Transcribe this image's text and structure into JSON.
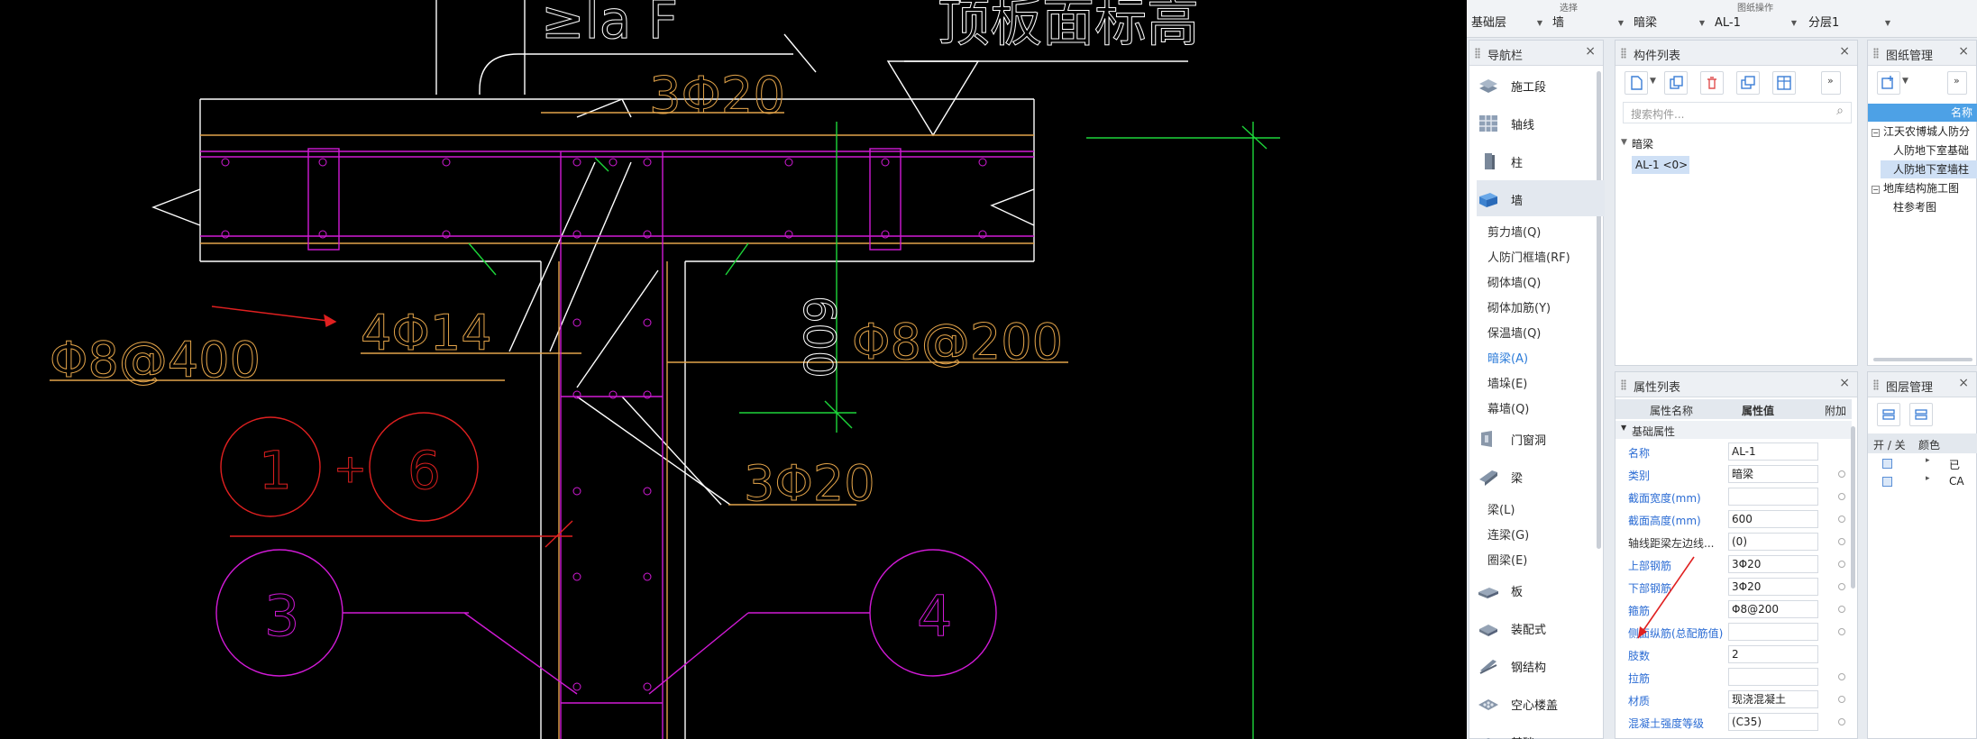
{
  "cad": {
    "texts": {
      "la": "≥la F",
      "title": "顶板面标高",
      "top3phi20": "3Φ20",
      "phi8_400": "Φ8@400",
      "four_phi14": "4Φ14",
      "six00": "600",
      "phi8_200": "Φ8@200",
      "bottom3phi20": "3Φ20",
      "c1": "1",
      "plus": "+",
      "c6": "6",
      "c3": "3",
      "c4": "4"
    },
    "colors": {
      "orange": "#e3a44a",
      "magenta": "#d11ad6",
      "white": "#ffffff",
      "green": "#1dd63a",
      "red": "#e02020"
    }
  },
  "topbar": {
    "hint1": "选择",
    "hint2": "图纸操作",
    "floor": "基础层",
    "type": "墙",
    "sub": "暗梁",
    "name": "AL-1",
    "layer": "分层1"
  },
  "nav": {
    "title": "导航栏",
    "items": [
      "施工段",
      "轴线",
      "柱",
      "墙"
    ],
    "wall_subs": [
      "剪力墙(Q)",
      "人防门框墙(RF)",
      "砌体墙(Q)",
      "砌体加筋(Y)",
      "保温墙(Q)",
      "暗梁(A)",
      "墙垛(E)",
      "幕墙(Q)"
    ],
    "items2": [
      "门窗洞",
      "梁"
    ],
    "beam_subs": [
      "梁(L)",
      "连梁(G)",
      "圈梁(E)"
    ],
    "items3": [
      "板",
      "装配式",
      "钢结构",
      "空心楼盖",
      "基础"
    ]
  },
  "comp": {
    "title": "构件列表",
    "search_placeholder": "搜索构件...",
    "group": "暗梁",
    "item": "AL-1 <0>"
  },
  "drawing": {
    "title": "图纸管理",
    "col": "名称",
    "rows": [
      "江天农博城人防分",
      "人防地下室基础",
      "人防地下室墙柱",
      "地库结构施工图",
      "柱参考图"
    ]
  },
  "props": {
    "title": "属性列表",
    "col_name": "属性名称",
    "col_val": "属性值",
    "col_add": "附加",
    "group": "基础属性",
    "rows": [
      {
        "name": "名称",
        "value": "AL-1"
      },
      {
        "name": "类别",
        "value": "暗梁"
      },
      {
        "name": "截面宽度(mm)",
        "value": ""
      },
      {
        "name": "截面高度(mm)",
        "value": "600"
      },
      {
        "name": "轴线距梁左边线...",
        "value": "(0)"
      },
      {
        "name": "上部钢筋",
        "value": "3Φ20"
      },
      {
        "name": "下部钢筋",
        "value": "3Φ20"
      },
      {
        "name": "箍筋",
        "value": "Φ8@200"
      },
      {
        "name": "侧面纵筋(总配筋值)",
        "value": ""
      },
      {
        "name": "肢数",
        "value": "2"
      },
      {
        "name": "拉筋",
        "value": ""
      },
      {
        "name": "材质",
        "value": "现浇混凝土"
      },
      {
        "name": "混凝土强度等级",
        "value": "(C35)"
      }
    ]
  },
  "layers": {
    "title": "图层管理",
    "col1": "开 / 关",
    "col2": "颜色",
    "r1": "已",
    "r2": "CA"
  }
}
